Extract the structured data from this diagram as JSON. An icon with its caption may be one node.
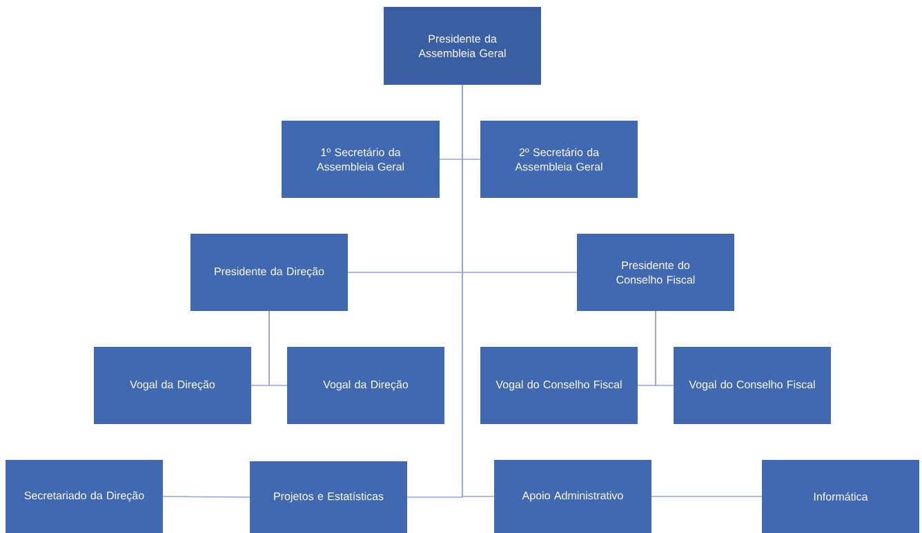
{
  "diagram": {
    "nodes": [
      {
        "text": [
          "Presidente da Assembleia Geral"
        ]
      },
      {
        "text": [
          "1º Secretário da Assembleia Geral"
        ]
      },
      {
        "text": [
          "2º Secretário da Assembleia Geral"
        ]
      },
      {
        "text": [
          "Presidente da Direção"
        ]
      },
      {
        "text": [
          "Presidente do Conselho Fiscal"
        ]
      },
      {
        "text": [
          "Vogal da Direção"
        ]
      },
      {
        "text": [
          "Vogal da Direção"
        ]
      },
      {
        "text": [
          "Vogal do Conselho Fiscal"
        ]
      },
      {
        "text": [
          "Vogal do Conselho Fiscal"
        ]
      },
      {
        "text": [
          "Secretariado da Direção"
        ]
      },
      {
        "text": [
          "Projetos e Estatísticas"
        ]
      },
      {
        "text": [
          "Apoio Administrativo"
        ]
      },
      {
        "text": [
          "Informática"
        ]
      }
    ],
    "edges": [
      {
        "from": 0,
        "to": 1,
        "arrow": "none"
      },
      {
        "from": 0,
        "to": 2,
        "arrow": "none"
      },
      {
        "from": 0,
        "to": 3,
        "arrow": "none"
      },
      {
        "from": 0,
        "to": 4,
        "arrow": "none"
      },
      {
        "from": 3,
        "to": 5,
        "arrow": "none"
      },
      {
        "from": 3,
        "to": 6,
        "arrow": "none"
      },
      {
        "from": 4,
        "to": 7,
        "arrow": "none"
      },
      {
        "from": 4,
        "to": 8,
        "arrow": "none"
      },
      {
        "from": 0,
        "to": 10,
        "arrow": "none"
      },
      {
        "from": 0,
        "to": 11,
        "arrow": "none"
      },
      {
        "from": 10,
        "to": 9,
        "arrow": "none"
      },
      {
        "from": 11,
        "to": 12,
        "arrow": "none"
      }
    ]
  }
}
